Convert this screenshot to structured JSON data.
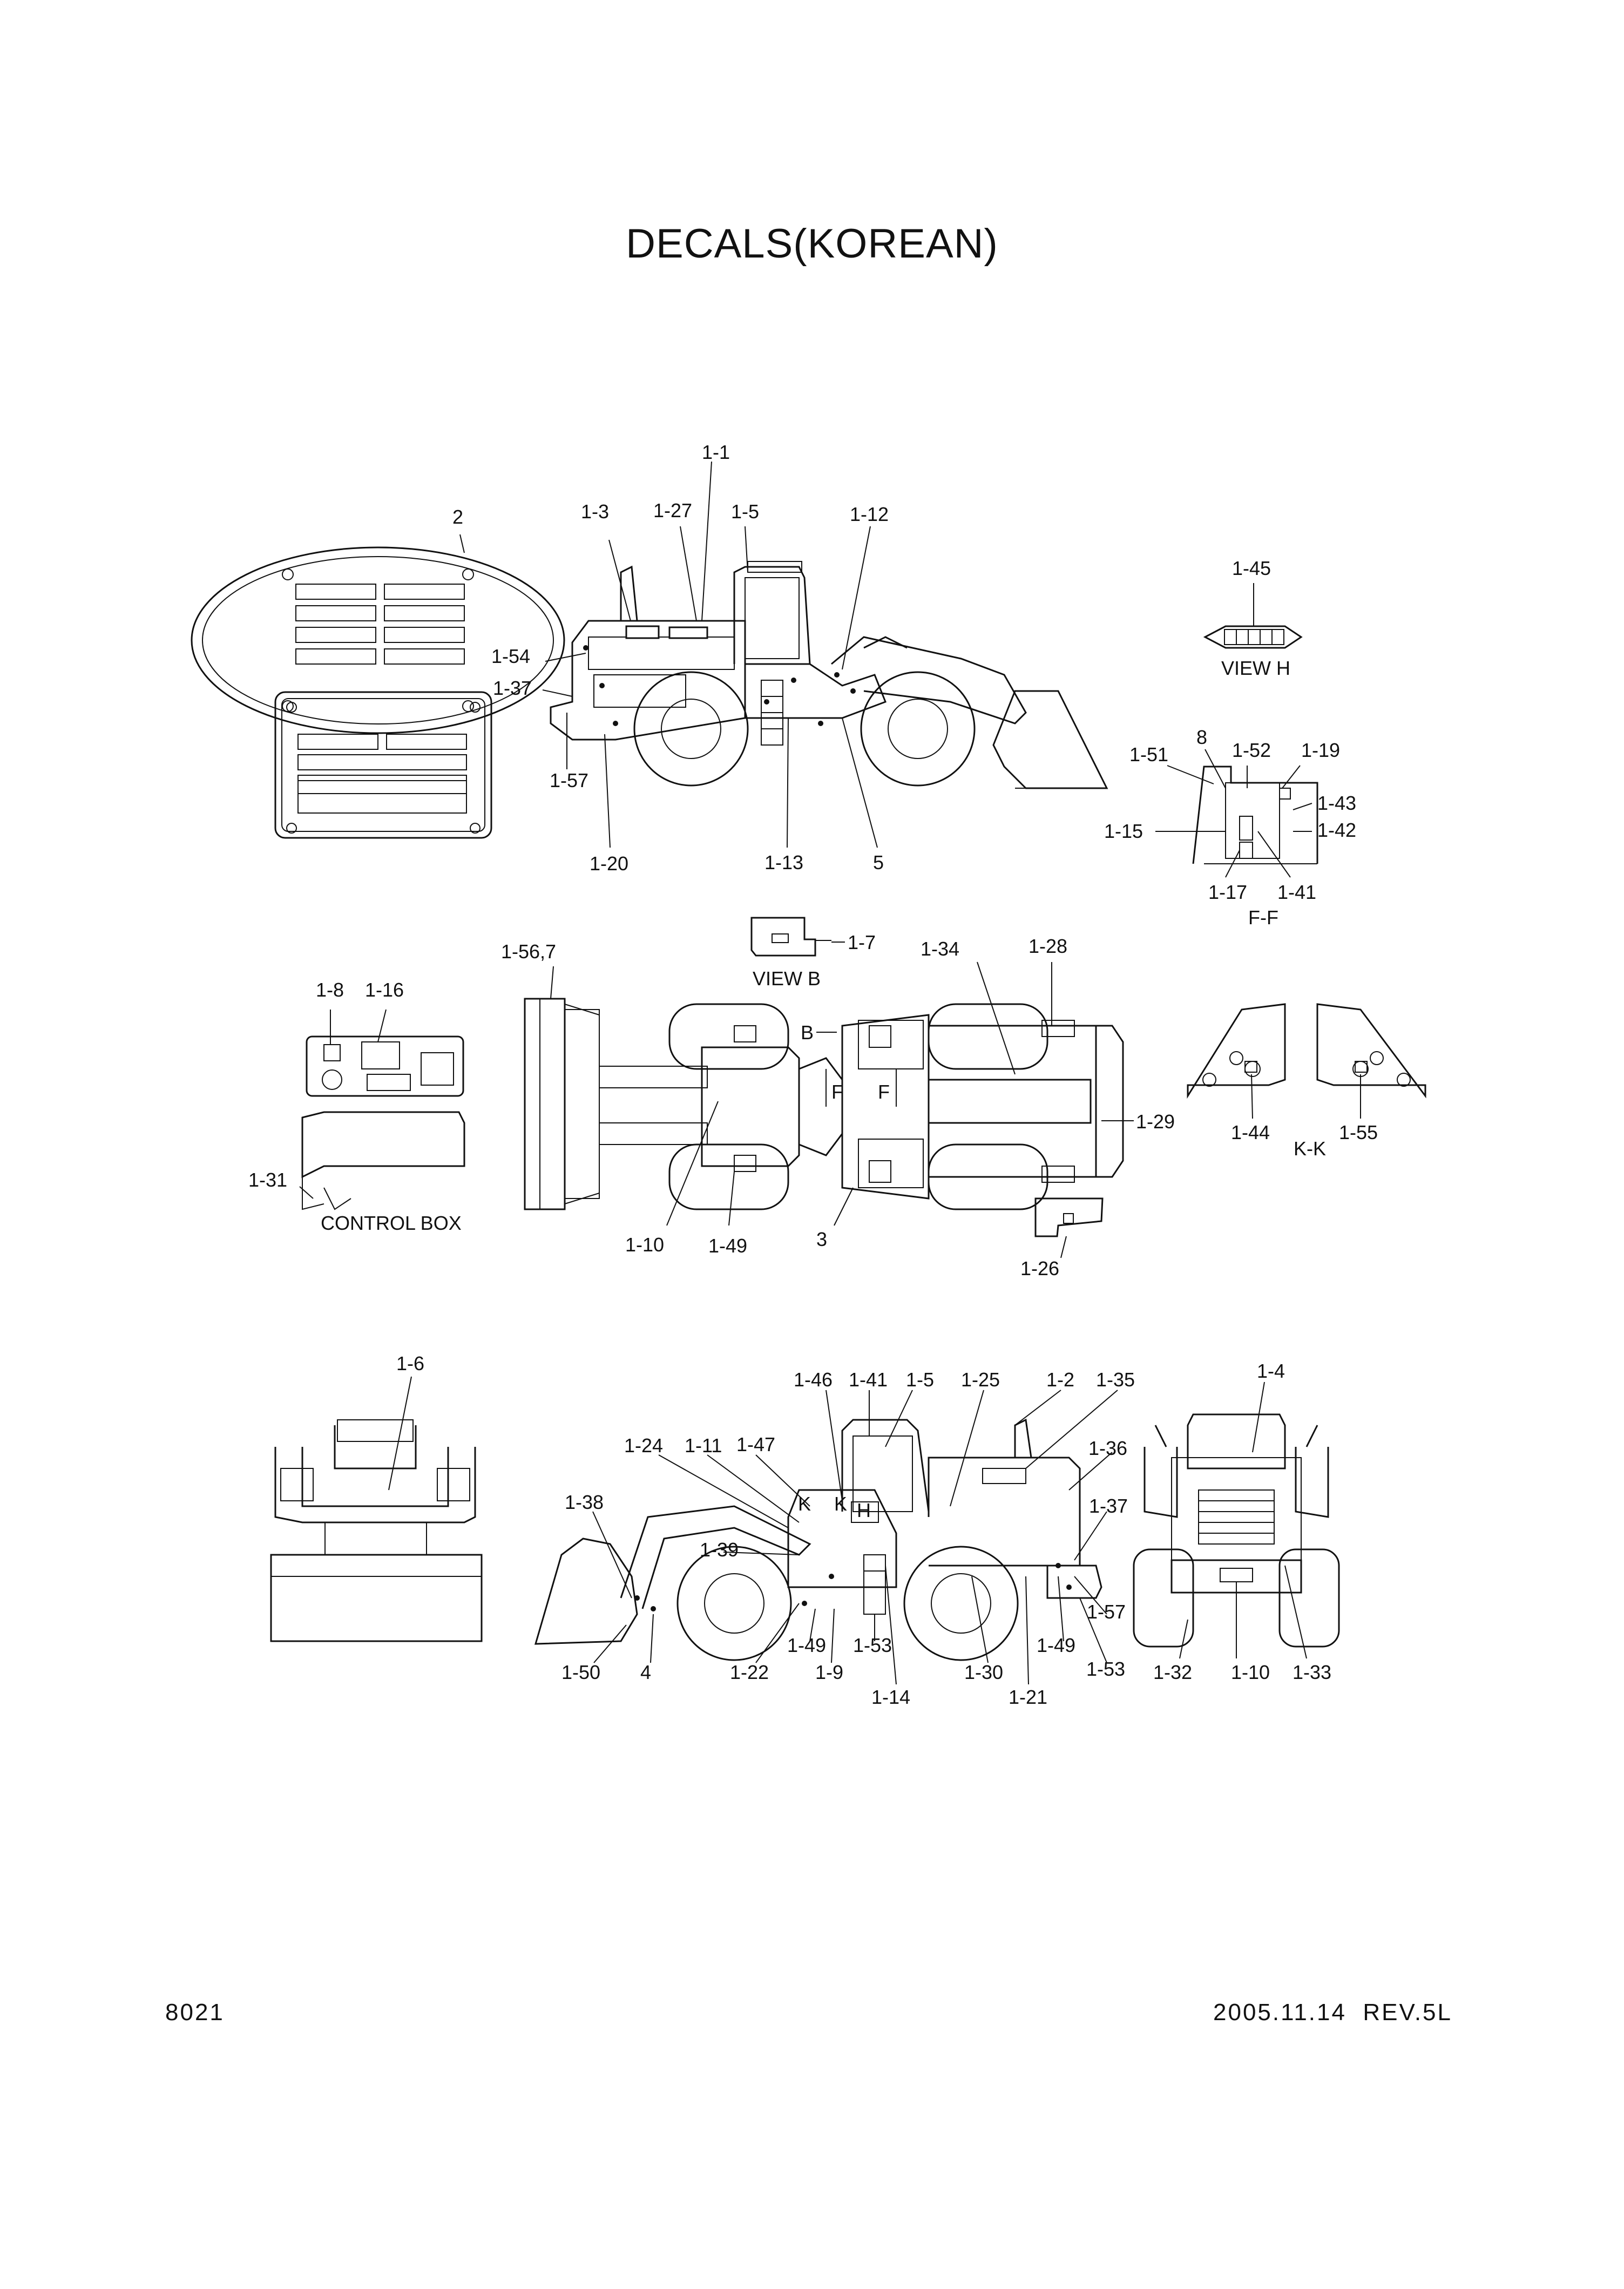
{
  "title": "DECALS(KOREAN)",
  "footer": {
    "page_number": "8021",
    "date_rev": "2005.11.14  REV.5L"
  },
  "view_labels": {
    "view_h": "VIEW H",
    "view_b": "VIEW B",
    "ff": "F-F",
    "kk": "K-K",
    "control_box": "CONTROL BOX"
  },
  "section_marks": {
    "B": "B",
    "F": "F",
    "K": "K",
    "H": "H"
  },
  "callouts": [
    "2",
    "1-1",
    "1-3",
    "1-27",
    "1-5",
    "1-12",
    "1-54",
    "1-37",
    "1-57",
    "1-20",
    "1-13",
    "5",
    "1-45",
    "8",
    "1-51",
    "1-52",
    "1-19",
    "1-43",
    "1-42",
    "1-15",
    "1-17",
    "1-41",
    "1-7",
    "1-56,7",
    "1-34",
    "1-28",
    "1-8",
    "1-16",
    "1-31",
    "1-29",
    "1-10",
    "1-49",
    "3",
    "1-26",
    "1-44",
    "1-55",
    "1-6",
    "1-46",
    "1-41",
    "1-5",
    "1-25",
    "1-2",
    "1-35",
    "1-4",
    "1-24",
    "1-11",
    "1-47",
    "1-36",
    "1-38",
    "1-37",
    "1-39",
    "1-57",
    "1-49",
    "1-53",
    "1-50",
    "4",
    "1-22",
    "1-49",
    "1-9",
    "1-53",
    "1-14",
    "1-30",
    "1-21",
    "1-32",
    "1-10",
    "1-33"
  ]
}
